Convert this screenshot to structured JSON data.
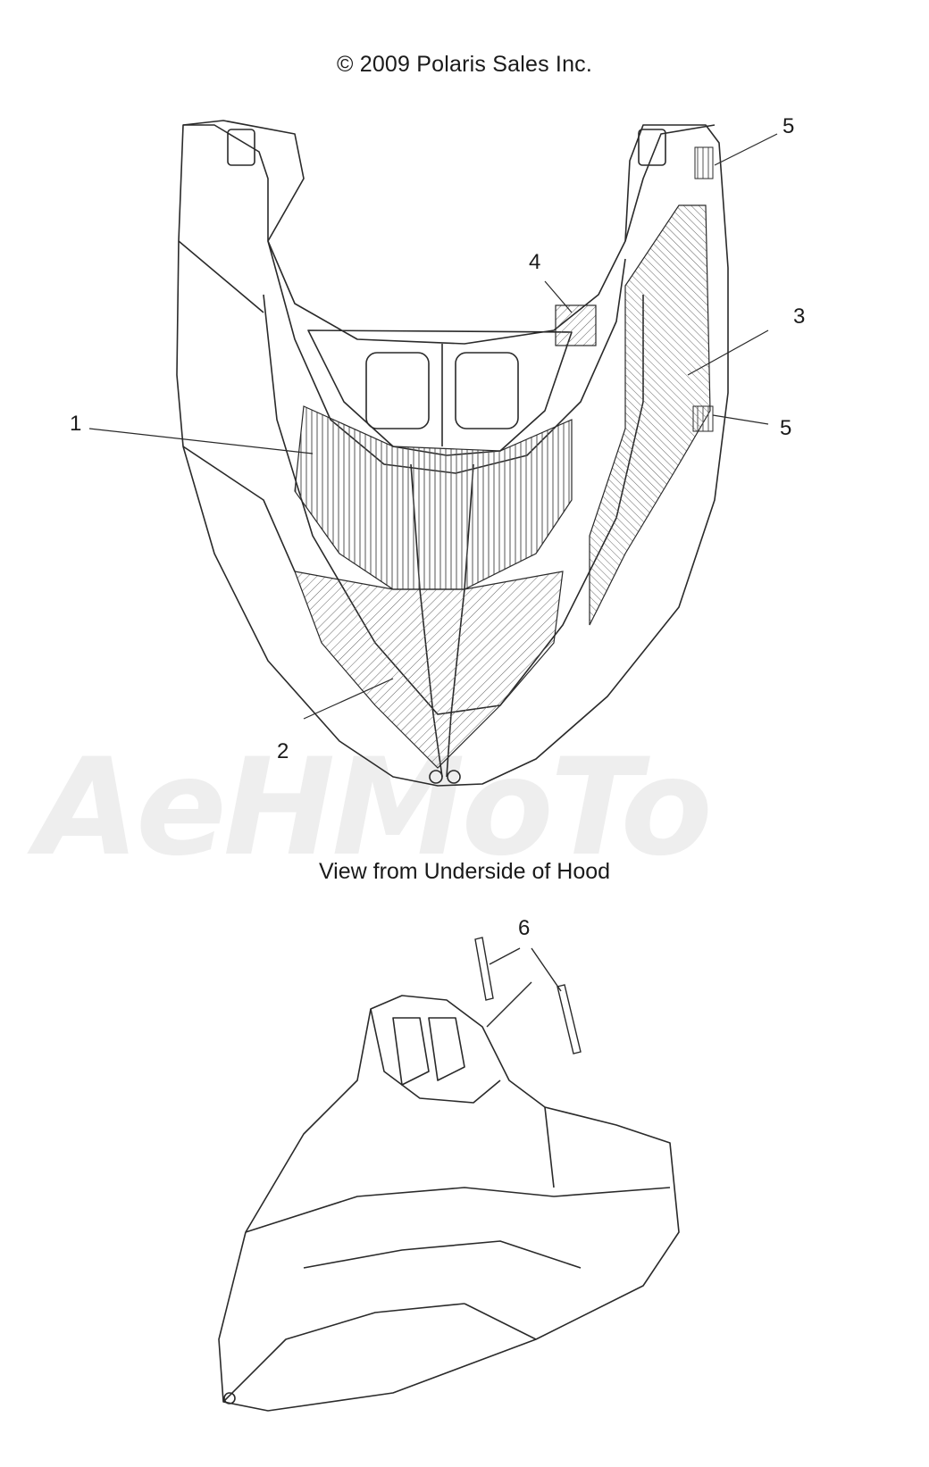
{
  "header": {
    "copyright": "© 2009 Polaris Sales Inc."
  },
  "captions": {
    "underside_view": "View from Underside of Hood"
  },
  "watermark": {
    "text": "AeHMoTo"
  },
  "callouts": [
    {
      "id": "1",
      "label": "1"
    },
    {
      "id": "2",
      "label": "2"
    },
    {
      "id": "3",
      "label": "3"
    },
    {
      "id": "4",
      "label": "4"
    },
    {
      "id": "5a",
      "label": "5"
    },
    {
      "id": "5b",
      "label": "5"
    },
    {
      "id": "6",
      "label": "6"
    }
  ],
  "colors": {
    "line": "#2a2a2a",
    "hatch": "#555555",
    "watermark": "#e6e6e6"
  }
}
